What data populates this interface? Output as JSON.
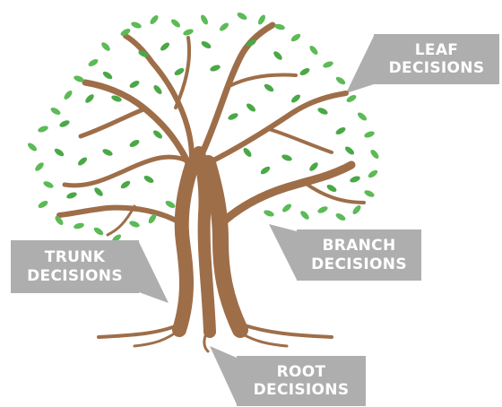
{
  "labels": {
    "leaf": {
      "line1": "LEAF",
      "line2": "DECISIONS"
    },
    "branch": {
      "line1": "BRANCH",
      "line2": "DECISIONS"
    },
    "trunk": {
      "line1": "TRUNK",
      "line2": "DECISIONS"
    },
    "root": {
      "line1": "ROOT",
      "line2": "DECISIONS"
    }
  },
  "colors": {
    "trunk": "#9e6e49",
    "leaf": "#5cba57",
    "leaf_dark": "#4aa847",
    "label_box": "#aeaeae",
    "label_text": "#ffffff"
  }
}
